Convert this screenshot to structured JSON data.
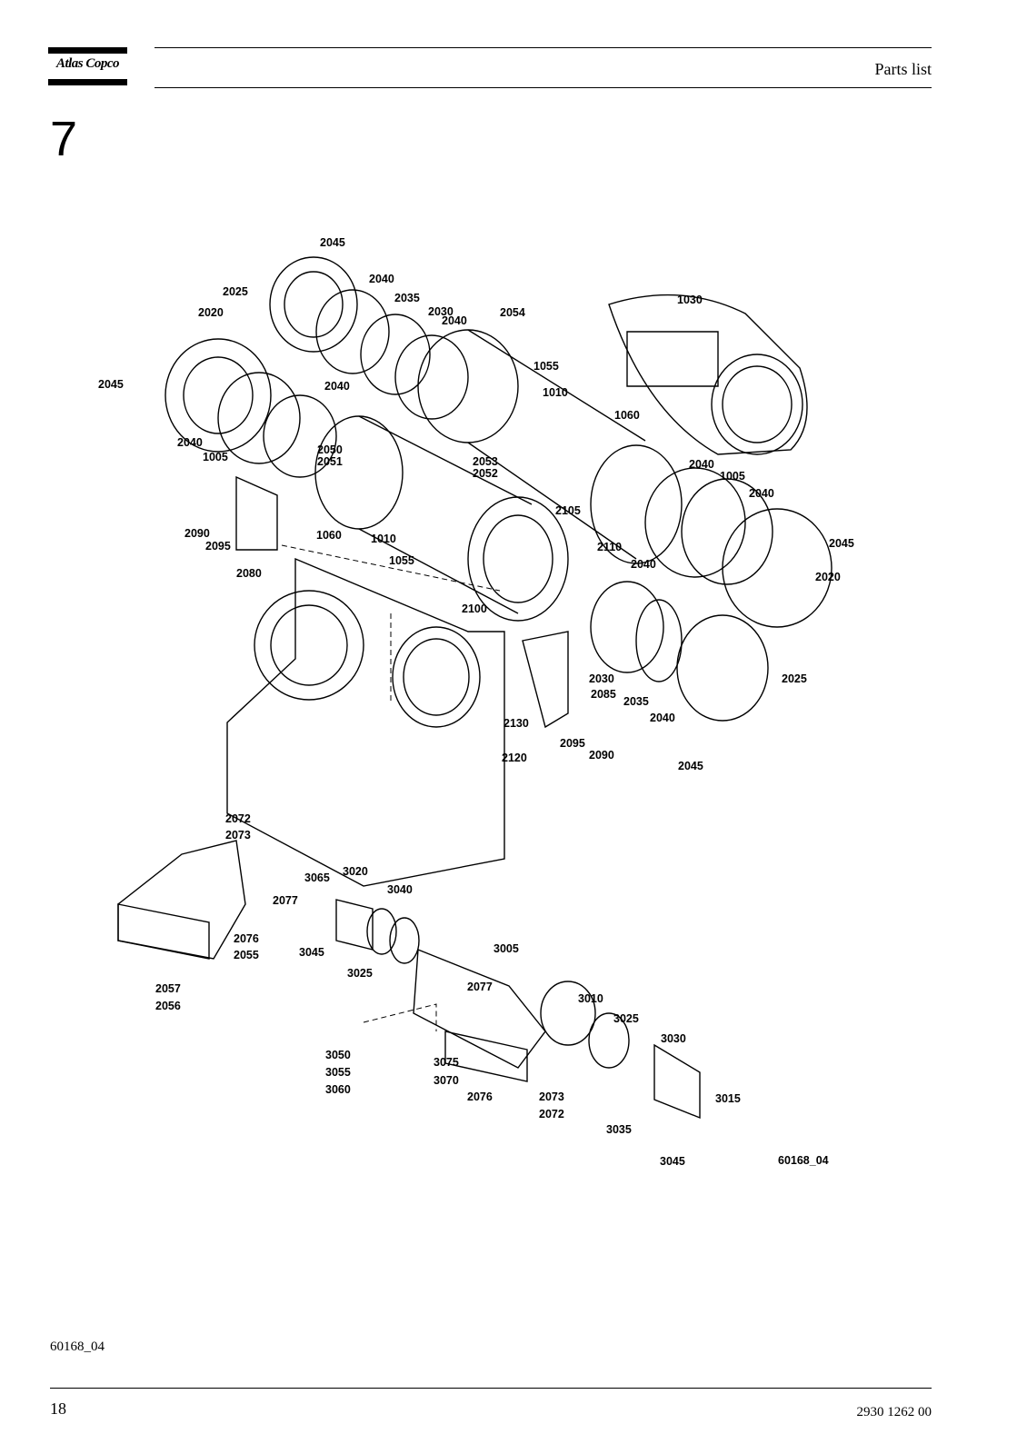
{
  "header": {
    "logo_text": "Atlas Copco",
    "title": "Parts list"
  },
  "section_number": "7",
  "diagram": {
    "drawing_id": "60168_04",
    "part_labels": {
      "p2045a": "2045",
      "p2025a": "2025",
      "p2040a": "2040",
      "p2035a": "2035",
      "p2030a": "2030",
      "p2040b": "2040",
      "p2054": "2054",
      "p2020a": "2020",
      "p1030": "1030",
      "p1055a": "1055",
      "p2045b": "2045",
      "p2040c": "2040",
      "p1010a": "1010",
      "p1060a": "1060",
      "p2040d": "2040",
      "p2050": "2050",
      "p2051": "2051",
      "p1005a": "1005",
      "p2053": "2053",
      "p2052": "2052",
      "p2040e": "2040",
      "p1005b": "1005",
      "p2040f": "2040",
      "p2090a": "2090",
      "p2095a": "2095",
      "p1060b": "1060",
      "p1010b": "1010",
      "p2105": "2105",
      "p2110": "2110",
      "p2045c": "2045",
      "p2080": "2080",
      "p1055b": "1055",
      "p2040g": "2040",
      "p2020b": "2020",
      "p2100": "2100",
      "p2030b": "2030",
      "p2085": "2085",
      "p2025b": "2025",
      "p2130": "2130",
      "p2035b": "2035",
      "p2040h": "2040",
      "p2095b": "2095",
      "p2090b": "2090",
      "p2120": "2120",
      "p2045d": "2045",
      "p2072a": "2072",
      "p2073a": "2073",
      "p3065": "3065",
      "p3020": "3020",
      "p2077a": "2077",
      "p3040": "3040",
      "p2076a": "2076",
      "p2055": "2055",
      "p3045a": "3045",
      "p3005": "3005",
      "p3025a": "3025",
      "p2057": "2057",
      "p2077b": "2077",
      "p2056": "2056",
      "p3010": "3010",
      "p3025b": "3025",
      "p3030": "3030",
      "p3050": "3050",
      "p3075": "3075",
      "p3055": "3055",
      "p3070": "3070",
      "p3060": "3060",
      "p2076b": "2076",
      "p2073b": "2073",
      "p3015": "3015",
      "p2072b": "2072",
      "p3035": "3035",
      "p3045b": "3045"
    }
  },
  "footer": {
    "caption": "60168_04",
    "page_number": "18",
    "document_number": "2930 1262 00"
  }
}
